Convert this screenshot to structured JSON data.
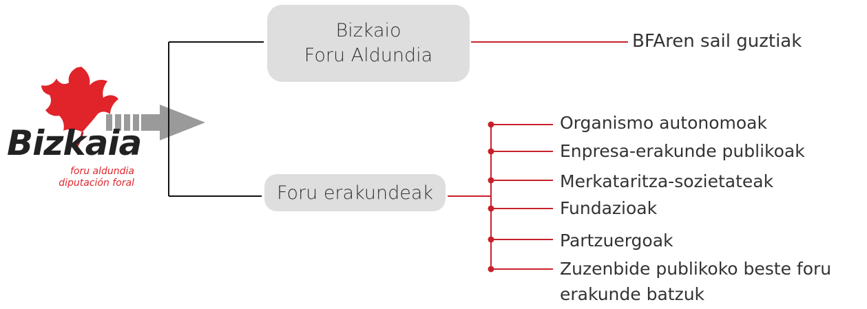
{
  "logo": {
    "wordmark": "Bizkaia",
    "subtitle_line1": "foru aldundia",
    "subtitle_line2": "diputación foral",
    "brand_color": "#e0242a"
  },
  "nodes": {
    "government": {
      "line1": "Bizkaio",
      "line2": "Foru Aldundia",
      "child": "BFAren sail guztiak"
    },
    "foral_entities": {
      "label": "Foru erakundeak",
      "children": [
        "Organismo autonomoak",
        "Enpresa-erakunde publikoak",
        "Merkataritza-sozietateak",
        "Fundazioak",
        "Partzuergoak",
        "Zuzenbide publikoko beste foru",
        "erakunde batzuk"
      ]
    }
  },
  "colors": {
    "connector_red": "#c8202a",
    "connector_black": "#111111",
    "box_fill": "#dedede",
    "arrow_gray": "#9a9a9a"
  }
}
